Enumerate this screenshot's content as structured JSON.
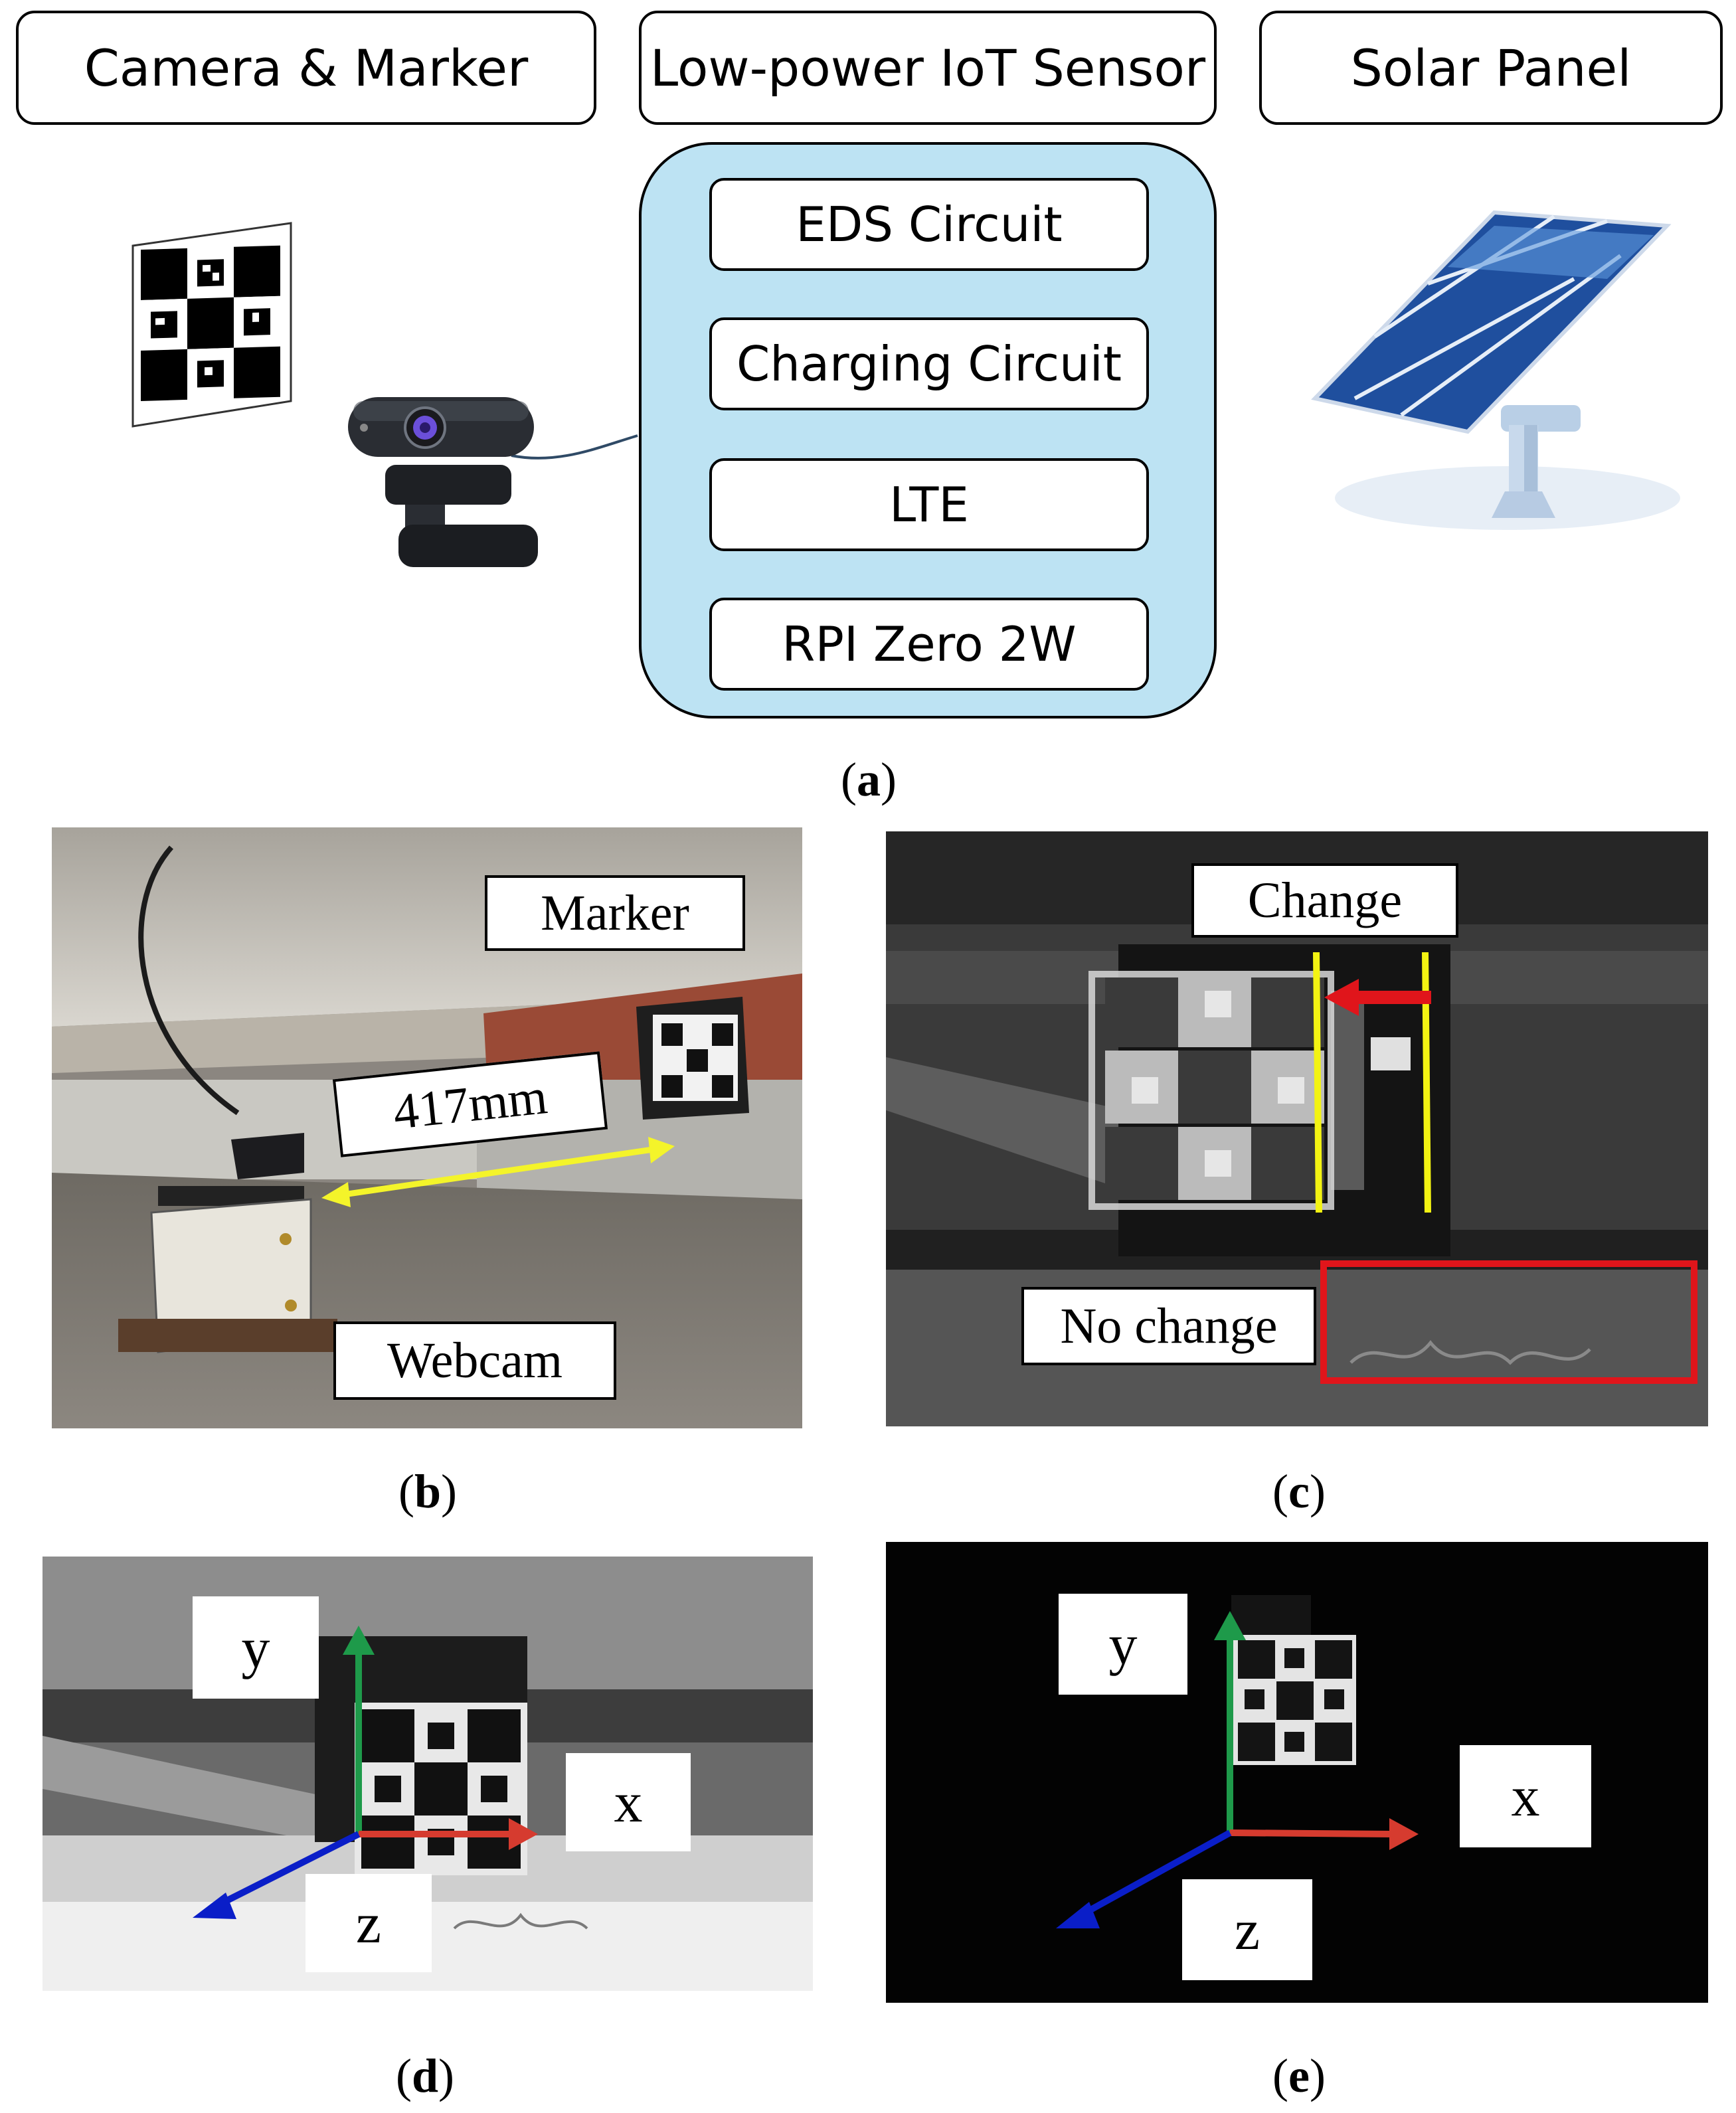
{
  "panel_a": {
    "headers": [
      "Camera & Marker",
      "Low-power IoT Sensor",
      "Solar Panel"
    ],
    "modules": [
      "EDS Circuit",
      "Charging Circuit",
      "LTE",
      "RPI Zero 2W"
    ],
    "caption": "a"
  },
  "panel_b": {
    "labels": {
      "marker": "Marker",
      "distance": "417mm",
      "webcam": "Webcam"
    },
    "caption": "b"
  },
  "panel_c": {
    "labels": {
      "change": "Change",
      "no_change": "No change"
    },
    "caption": "c"
  },
  "panel_d": {
    "axes": {
      "x": "x",
      "y": "y",
      "z": "z"
    },
    "caption": "d"
  },
  "panel_e": {
    "axes": {
      "x": "x",
      "y": "y",
      "z": "z"
    },
    "caption": "e"
  },
  "colors": {
    "module_fill": "#bde3f3",
    "axis_x": "#d63b2f",
    "axis_y": "#1e9a4a",
    "axis_z": "#0a1ec8",
    "guide_line": "#f3f312",
    "highlight": "#e0151b"
  }
}
